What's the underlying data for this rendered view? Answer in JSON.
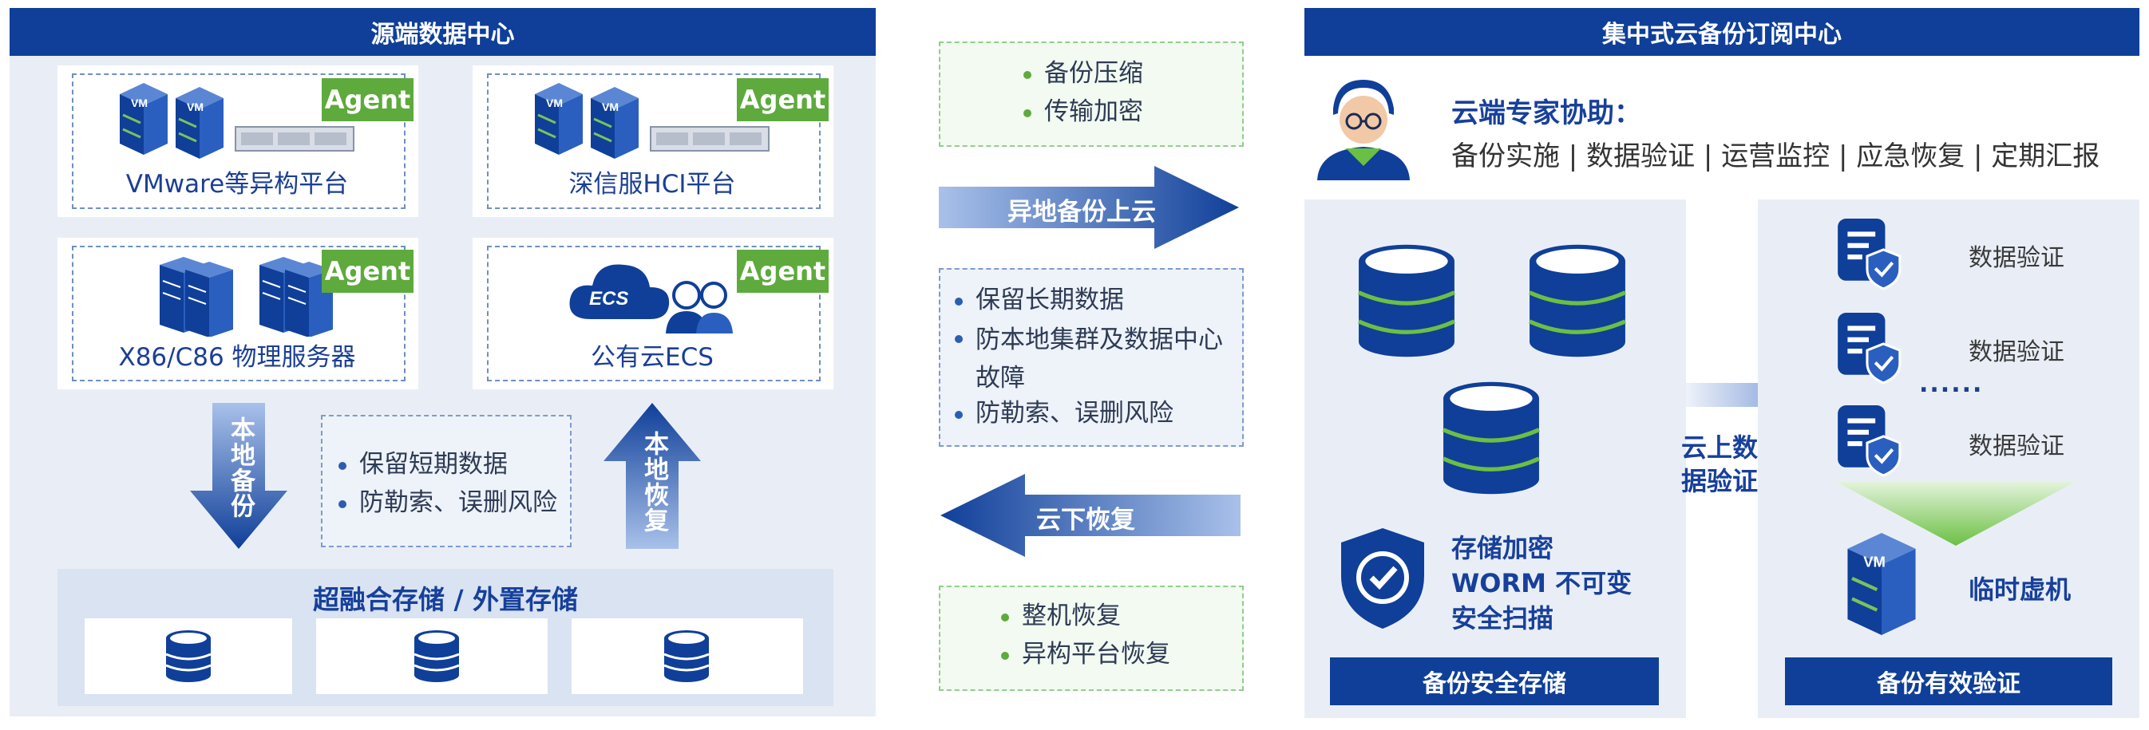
{
  "left": {
    "title": "源端数据中心",
    "platforms": [
      {
        "label": "VMware等异构平台",
        "agent": "Agent",
        "icon": "vm-server-icon"
      },
      {
        "label": "深信服HCI平台",
        "agent": "Agent",
        "icon": "vm-server-icon"
      },
      {
        "label": "X86/C86 物理服务器",
        "agent": "Agent",
        "icon": "physical-server-icon"
      },
      {
        "label": "公有云ECS",
        "agent": "Agent",
        "icon": "ecs-cloud-icon",
        "cloud_text": "ECS"
      }
    ],
    "vm_badge": "VM",
    "local_backup": "本地备份",
    "local_restore": "本地恢复",
    "local_bullets": [
      "保留短期数据",
      "防勒索、误删风险"
    ],
    "storage_title": "超融合存储 / 外置存储"
  },
  "middle": {
    "top_bullets": [
      "备份压缩",
      "传输加密"
    ],
    "upload_arrow": "异地备份上云",
    "mid_bullets": [
      "保留长期数据",
      "防本地集群及数据中心故障",
      "防勒索、误删风险"
    ],
    "download_arrow": "云下恢复",
    "bottom_bullets": [
      "整机恢复",
      "异构平台恢复"
    ]
  },
  "right": {
    "title": "集中式云备份订阅中心",
    "expert_title": "云端专家协助：",
    "expert_services": "备份实施 | 数据验证 | 运营监控 | 应急恢复 | 定期汇报",
    "security_lines": [
      "存储加密",
      "WORM 不可变",
      "安全扫描"
    ],
    "storage_bar": "备份安全存储",
    "verify_arrow_label": "云上数据验证",
    "verify_items": [
      "数据验证",
      "数据验证",
      "数据验证"
    ],
    "ellipsis": "......",
    "temp_vm": "临时虚机",
    "verify_bar": "备份有效验证"
  },
  "colors": {
    "navy": "#0f3f99",
    "panel": "#e9eef6",
    "agent_green": "#5eaa3d",
    "db_green": "#6bc043"
  }
}
